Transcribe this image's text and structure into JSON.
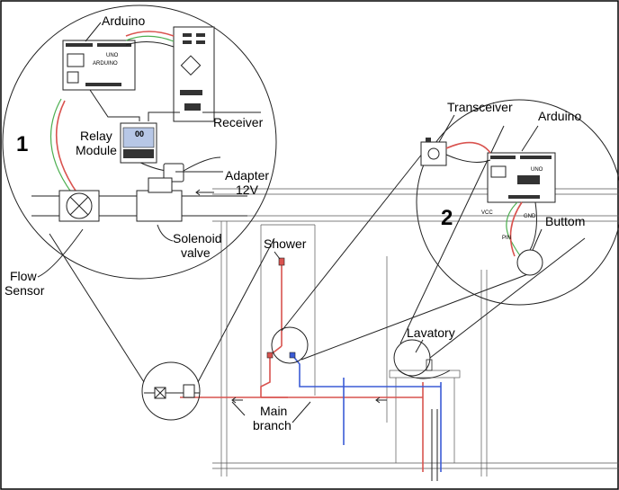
{
  "labels": {
    "arduino_1": "Arduino",
    "receiver": "Receiver",
    "relay_module": "Relay\nModule",
    "adapter": "Adapter\n12V",
    "solenoid": "Solenoid\nvalve",
    "flow_sensor": "Flow\nSensor",
    "transceiver": "Transceiver",
    "arduino_2": "Arduino",
    "button": "Buttom",
    "shower": "Shower",
    "lavatory": "Lavatory",
    "main_branch": "Main\nbranch",
    "num1": "1",
    "num2": "2",
    "vcc": "VCC",
    "gnd": "GND",
    "pin": "PIN"
  },
  "colors": {
    "hot": "#d9534f",
    "cold": "#3b5bd6",
    "signal": "#4caf50",
    "outline": "#222222"
  }
}
